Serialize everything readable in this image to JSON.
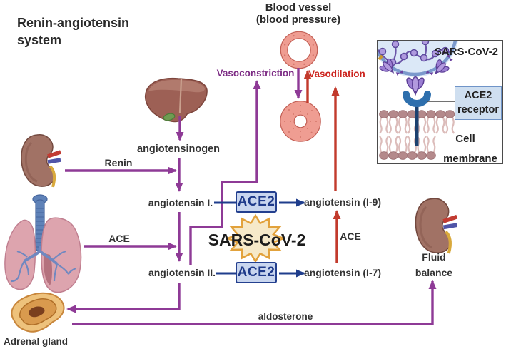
{
  "title": "Renin-angiotensin system",
  "labels": {
    "blood_vessel_line1": "Blood vessel",
    "blood_vessel_line2": "(blood pressure)",
    "vasoconstriction": "Vasoconstriction",
    "vasodilation": "Vasodilation",
    "angiotensinogen": "angiotensinogen",
    "renin": "Renin",
    "ace_lung": "ACE",
    "angiotensin_i": "angiotensin I.",
    "angiotensin_ii": "angiotensin II.",
    "ace2_upper": "ACE2",
    "ace2_lower": "ACE2",
    "sars_cov_2": "SARS-CoV-2",
    "angiotensin_1_9": "angiotensin (I-9)",
    "angiotensin_1_7": "angiotensin (I-7)",
    "ace_right": "ACE",
    "fluid_line1": "Fluid",
    "fluid_line2": "balance",
    "aldosterone": "aldosterone",
    "adrenal_gland": "Adrenal gland"
  },
  "inset": {
    "virus_label": "SARS-CoV-2",
    "receptor_line1": "ACE2",
    "receptor_line2": "receptor",
    "membrane_line1": "Cell",
    "membrane_line2": "membrane"
  },
  "colors": {
    "purple_arrow": "#8e3a96",
    "vasoconstriction_text": "#7c2b84",
    "red_arrow": "#c23a2c",
    "vasodilation_text": "#cc231d",
    "navy_line": "#24408f",
    "ace2_box_fill": "#c9d6ef",
    "starburst_fill": "#f6e9c9",
    "starburst_border": "#e2a23c",
    "vessel_wall": "#ef9d92",
    "vessel_outline": "#c25f55",
    "receptor_blue": "#2e6fad",
    "membrane_head": "#b4898b",
    "label_text": "#333333"
  }
}
